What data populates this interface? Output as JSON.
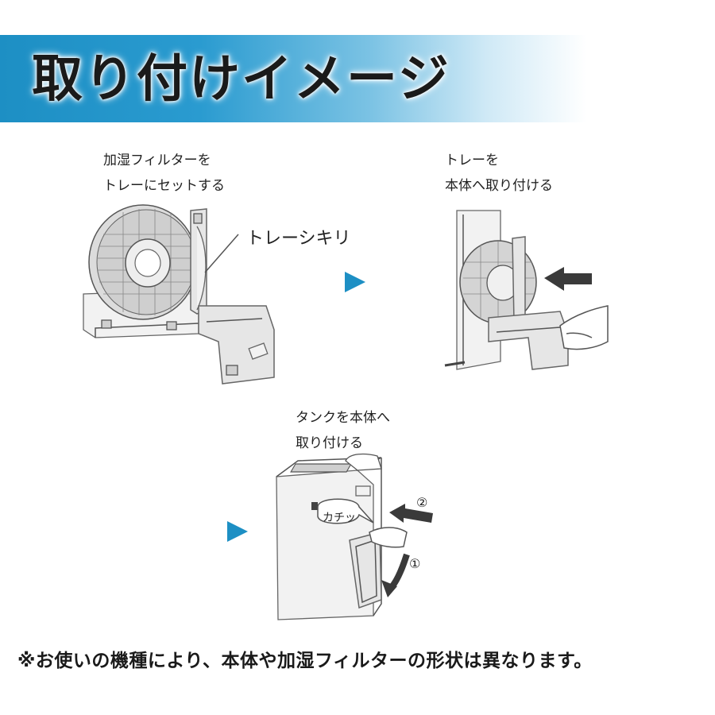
{
  "banner": {
    "title": "取り付けイメージ"
  },
  "steps": [
    {
      "caption_line1": "加湿フィルターを",
      "caption_line2": "トレーにセットする",
      "callout": "トレーシキリ"
    },
    {
      "caption_line1": "トレーを",
      "caption_line2": "本体へ取り付ける"
    },
    {
      "caption_line1": "タンクを本体へ",
      "caption_line2": "取り付ける",
      "bubble": "カチッ",
      "marker1": "①",
      "marker2": "②"
    }
  ],
  "footer": {
    "note": "※お使いの機種により、本体や加湿フィルターの形状は異なります。"
  },
  "colors": {
    "banner_accent": "#1d8fc4",
    "arrow": "#1d8fc4"
  }
}
